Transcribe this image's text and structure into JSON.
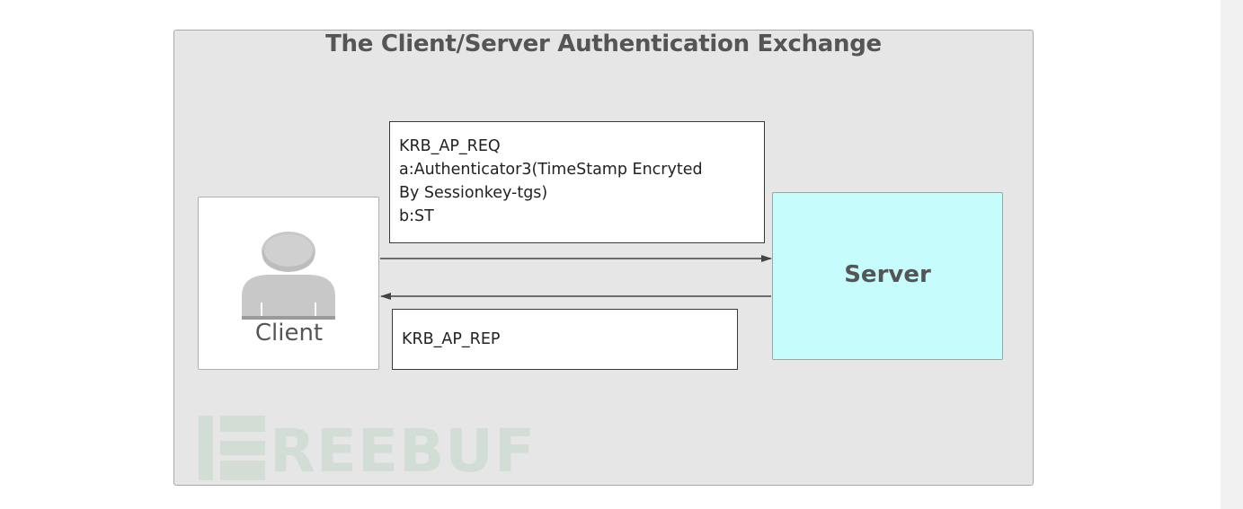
{
  "diagram": {
    "title": "The Client/Server Authentication Exchange",
    "client": {
      "label": "Client",
      "icon": "user-icon"
    },
    "server": {
      "label": "Server"
    },
    "request_message": {
      "lines": [
        "KRB_AP_REQ",
        "a:Authenticator3(TimeStamp Encryted",
        "By Sessionkey-tgs)",
        "b:ST"
      ],
      "direction": "client-to-server"
    },
    "reply_message": {
      "lines": [
        "KRB_AP_REP"
      ],
      "direction": "server-to-client"
    },
    "watermark": "REEBUF"
  },
  "colors": {
    "panel_background": "#e6e6e6",
    "server_fill": "#c7fcfd",
    "client_fill": "#ffffff",
    "text": "#555555",
    "arrow": "#444444",
    "watermark": "#c2d6c9"
  }
}
